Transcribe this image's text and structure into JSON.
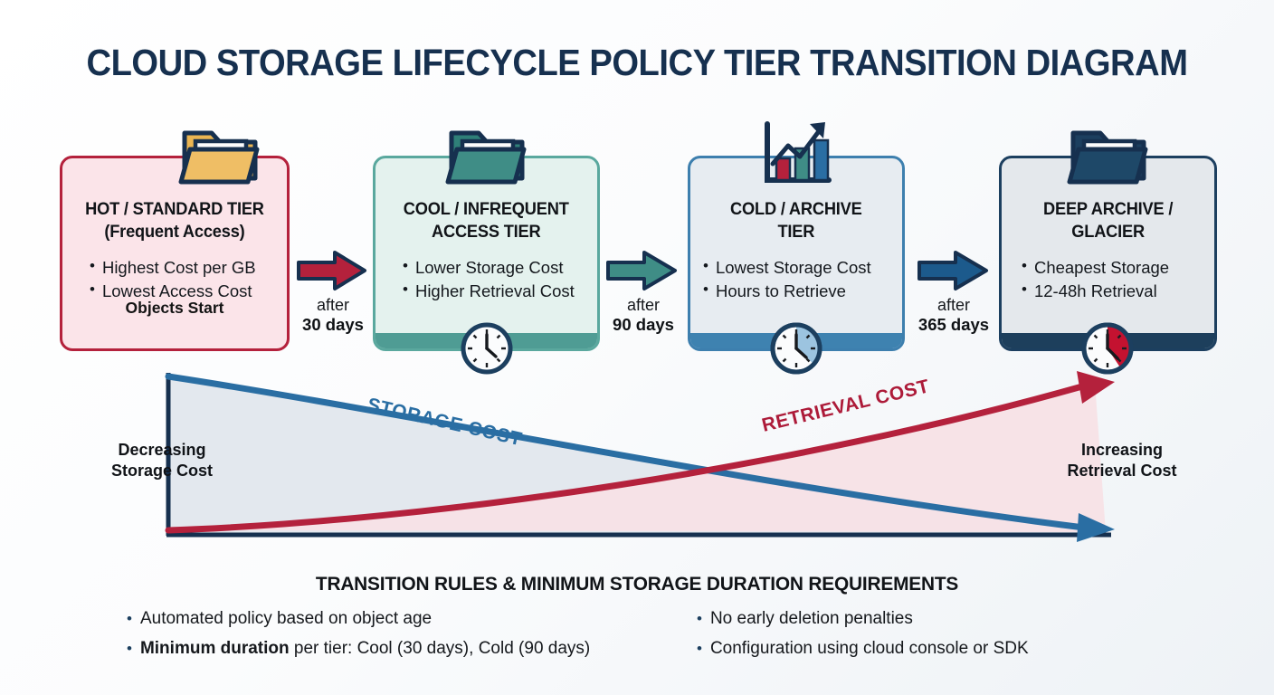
{
  "title": "CLOUD STORAGE LIFECYCLE POLICY TIER TRANSITION DIAGRAM",
  "colors": {
    "navy": "#1c3f5f",
    "crimson": "#b4213c",
    "teal": "#3f8d86",
    "blue": "#2a6ea3",
    "amber": "#eab552"
  },
  "tiers": [
    {
      "id": "hot",
      "icon": "folder-icon",
      "title_line1": "HOT / STANDARD TIER",
      "title_line2": "(Frequent Access)",
      "bullets": [
        "Highest Cost per GB",
        "Lowest Access Cost"
      ],
      "footer": "Objects Start",
      "clock": null
    },
    {
      "id": "cool",
      "icon": "folder-icon",
      "title_line1": "COOL / INFREQUENT",
      "title_line2": "ACCESS TIER",
      "bullets": [
        "Lower Storage Cost",
        "Higher Retrieval Cost"
      ],
      "footer": "",
      "clock": "clock-icon"
    },
    {
      "id": "cold",
      "icon": "bar-chart-icon",
      "title_line1": "COLD / ARCHIVE",
      "title_line2": "TIER",
      "bullets": [
        "Lowest Storage Cost",
        "Hours to Retrieve"
      ],
      "footer": "",
      "clock": "clock-icon"
    },
    {
      "id": "deep",
      "icon": "folder-icon",
      "title_line1": "DEEP ARCHIVE /",
      "title_line2": "GLACIER",
      "bullets": [
        "Cheapest Storage",
        "12-48h Retrieval"
      ],
      "footer": "",
      "clock": "clock-icon"
    }
  ],
  "transitions": [
    {
      "id": "t1",
      "prefix": "after",
      "duration": "30 days",
      "arrow_color": "#b4213c"
    },
    {
      "id": "t2",
      "prefix": "after",
      "duration": "90 days",
      "arrow_color": "#3f8d86"
    },
    {
      "id": "t3",
      "prefix": "after",
      "duration": "365 days",
      "arrow_color": "#1c5a8c"
    }
  ],
  "chart_data": {
    "type": "line",
    "title": "",
    "xlabel": "",
    "ylabel": "",
    "grid": false,
    "legend": "inline-labels",
    "axis_notes": {
      "left": "Decreasing\nStorage Cost",
      "left_line1": "Decreasing",
      "left_line2": "Storage Cost",
      "right_line1": "Increasing",
      "right_line2": "Retrieval Cost"
    },
    "x": [
      0,
      25,
      50,
      75,
      100
    ],
    "xlim": [
      0,
      100
    ],
    "ylim": [
      0,
      100
    ],
    "series": [
      {
        "name": "STORAGE COST",
        "color": "#2a6ea3",
        "values": [
          100,
          72,
          48,
          26,
          4
        ],
        "direction": "decreasing",
        "fill": "#e3e8ee"
      },
      {
        "name": "RETRIEVAL COST",
        "color": "#b4213c",
        "values": [
          3,
          13,
          30,
          56,
          96
        ],
        "direction": "increasing",
        "fill": "#f7e2e6"
      }
    ]
  },
  "footer": {
    "heading": "TRANSITION RULES & MINIMUM STORAGE DURATION REQUIREMENTS",
    "left_bullets": [
      {
        "plain": "Automated policy based on object age",
        "bold": "",
        "rest": ""
      },
      {
        "plain": "",
        "bold": "Minimum duration",
        "rest": " per tier: Cool (30 days), Cold (90 days)"
      }
    ],
    "right_bullets": [
      "No early deletion penalties",
      "Configuration using cloud console or SDK"
    ]
  }
}
